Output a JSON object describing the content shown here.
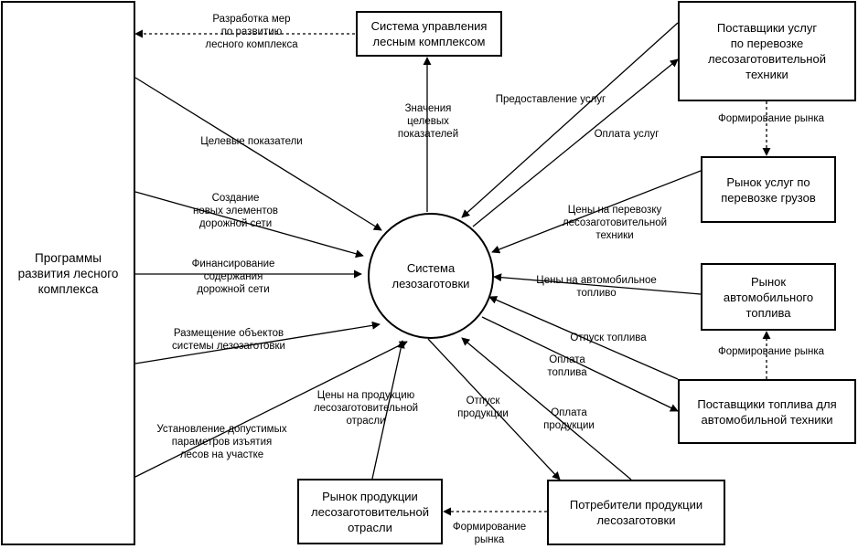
{
  "nodes": {
    "programs": "Программы\nразвития лесного\nкомплекса",
    "control_system": "Система управления\nлесным комплексом",
    "center": "Система\nлезозаготовки",
    "transport_providers": "Поставщики услуг\nпо перевозке\nлесозаготовительной\nтехники",
    "transport_market": "Рынок услуг по\nперевозке грузов",
    "fuel_market": "Рынок\nавтомобильного\nтоплива",
    "fuel_providers": "Поставщики топлива для\nавтомобильной техники",
    "consumers": "Потребители продукции\nлесозаготовки",
    "product_market": "Рынок продукции\nлесозаготовительной\nотрасли"
  },
  "labels": {
    "measures": "Разработка мер\nпо развитию\nлесного комплекса",
    "target_values": "Значения\nцелевых\nпоказателей",
    "services_provision": "Предоставление услуг",
    "services_payment": "Оплата услуг",
    "market_forming_top": "Формирование рынка",
    "transport_prices": "Цены на перевозку\nлесозаготовительной\nтехники",
    "fuel_prices": "Цены на автомобильное\nтопливо",
    "market_forming_mid": "Формирование рынка",
    "fuel_release": "Отпуск топлива",
    "fuel_payment": "Оплата\nтоплива",
    "product_payment": "Оплата\nпродукции",
    "product_release": "Отпуск\nпродукции",
    "product_prices": "Цены на продукцию\nлесозаготовительной\nотрасли",
    "market_forming_bottom": "Формирование\nрынка",
    "target_indicators": "Целевые показатели",
    "new_road_elements": "Создание\nновых элементов\nдорожной сети",
    "road_financing": "Финансирование\nсодержания\nдорожной сети",
    "objects_placement": "Размещение объектов\nсистемы лезозаготовки",
    "harvest_params": "Установление допустимых\nпараметров изъятия\nлесов на участке"
  }
}
